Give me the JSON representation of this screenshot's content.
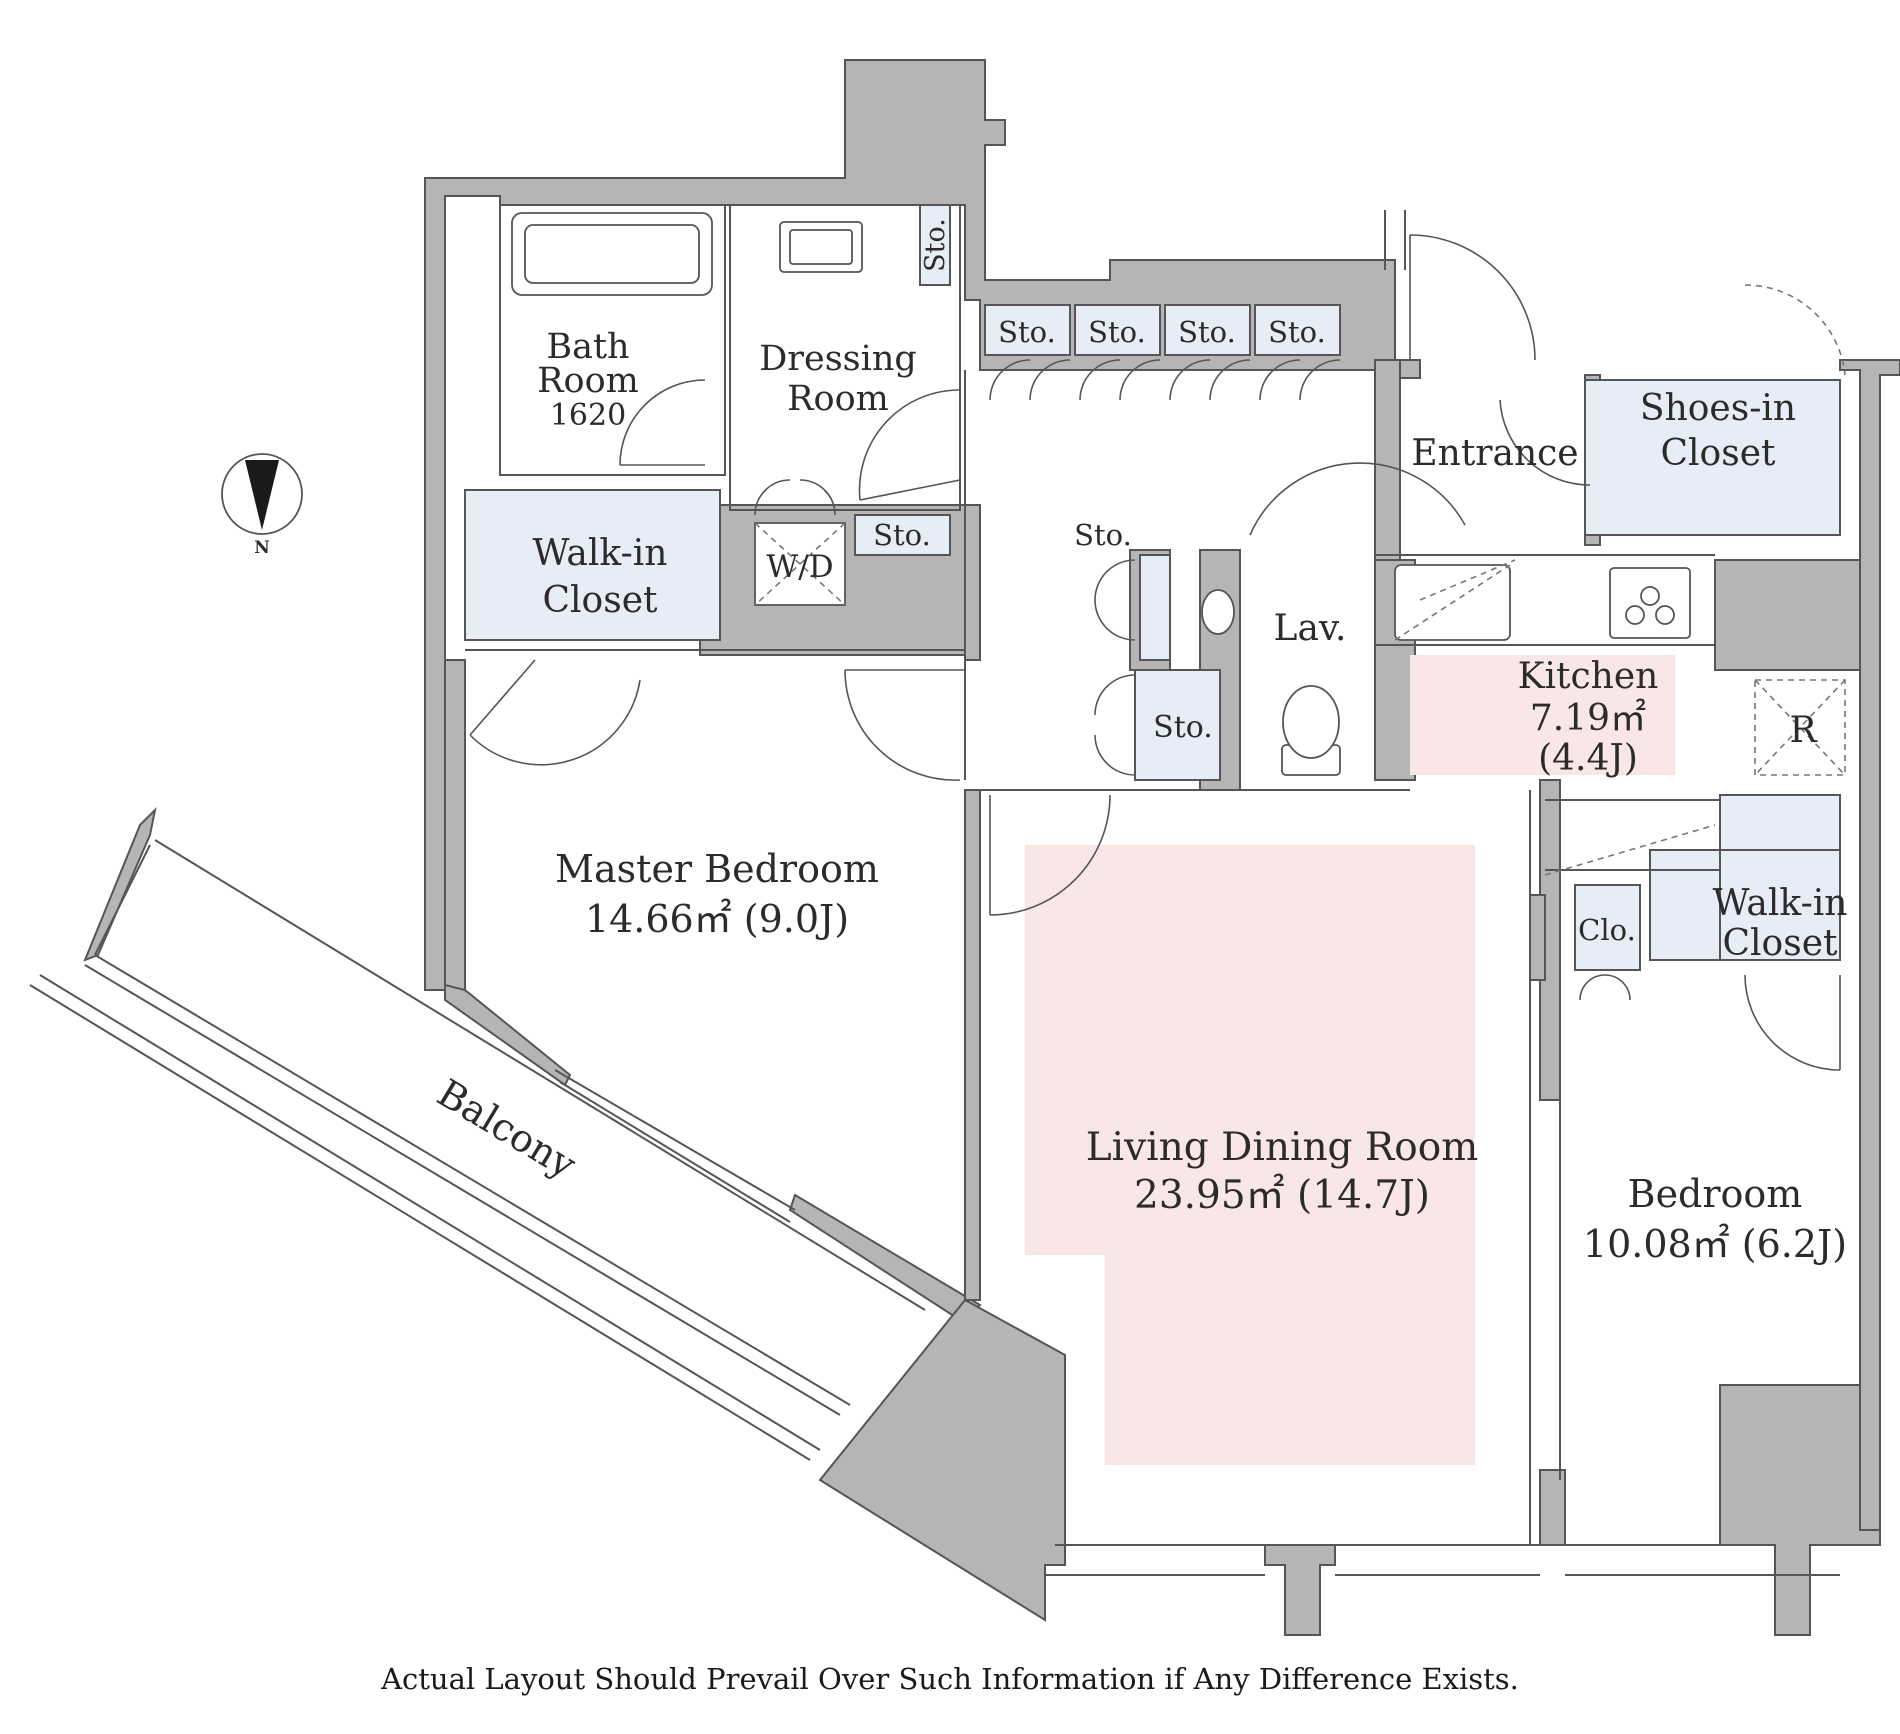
{
  "caption": "Actual Layout Should Prevail Over Such Information if Any Difference Exists.",
  "compass": {
    "north_label": "N",
    "icon": "north-arrow-icon"
  },
  "rooms": {
    "bath": {
      "line1": "Bath",
      "line2": "Room",
      "line3": "1620"
    },
    "dressing": {
      "line1": "Dressing",
      "line2": "Room"
    },
    "walkin_master": {
      "line1": "Walk-in",
      "line2": "Closet"
    },
    "wd": "W/D",
    "master_bedroom": {
      "name": "Master Bedroom",
      "area": "14.66㎡ (9.0J)"
    },
    "balcony": "Balcony",
    "living": {
      "name": "Living Dining Room",
      "area": "23.95㎡ (14.7J)"
    },
    "kitchen": {
      "name": "Kitchen",
      "area": "7.19㎡",
      "jo": "(4.4J)"
    },
    "refrigerator": "R",
    "entrance": "Entrance",
    "shoes": {
      "line1": "Shoes-in",
      "line2": "Closet"
    },
    "lav": "Lav.",
    "bedroom": {
      "name": "Bedroom",
      "area": "10.08㎡ (6.2J)"
    },
    "walkin_bedroom": {
      "line1": "Walk-in",
      "line2": "Closet"
    },
    "clo": "Clo.",
    "storage": "Sto."
  },
  "colors": {
    "wall": "#b5b5b5",
    "storage": "#e7edf6",
    "living_highlight": "#f9e7e8"
  }
}
